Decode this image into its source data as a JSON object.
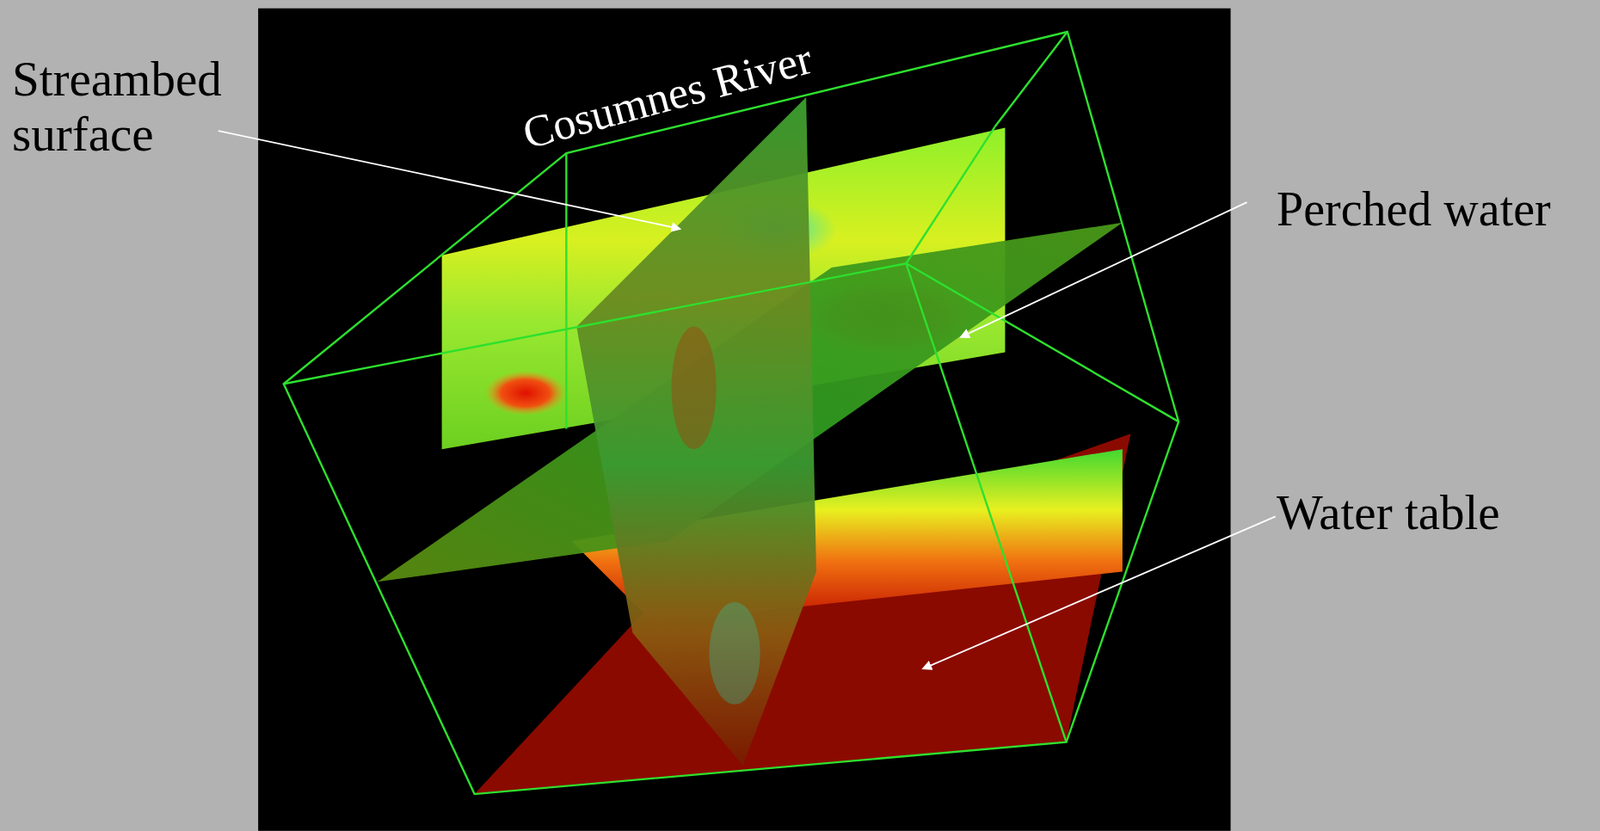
{
  "diagram": {
    "labels": [
      "Streambed surface",
      "Cosumnes River",
      "Perched water",
      "Water table"
    ]
  }
}
